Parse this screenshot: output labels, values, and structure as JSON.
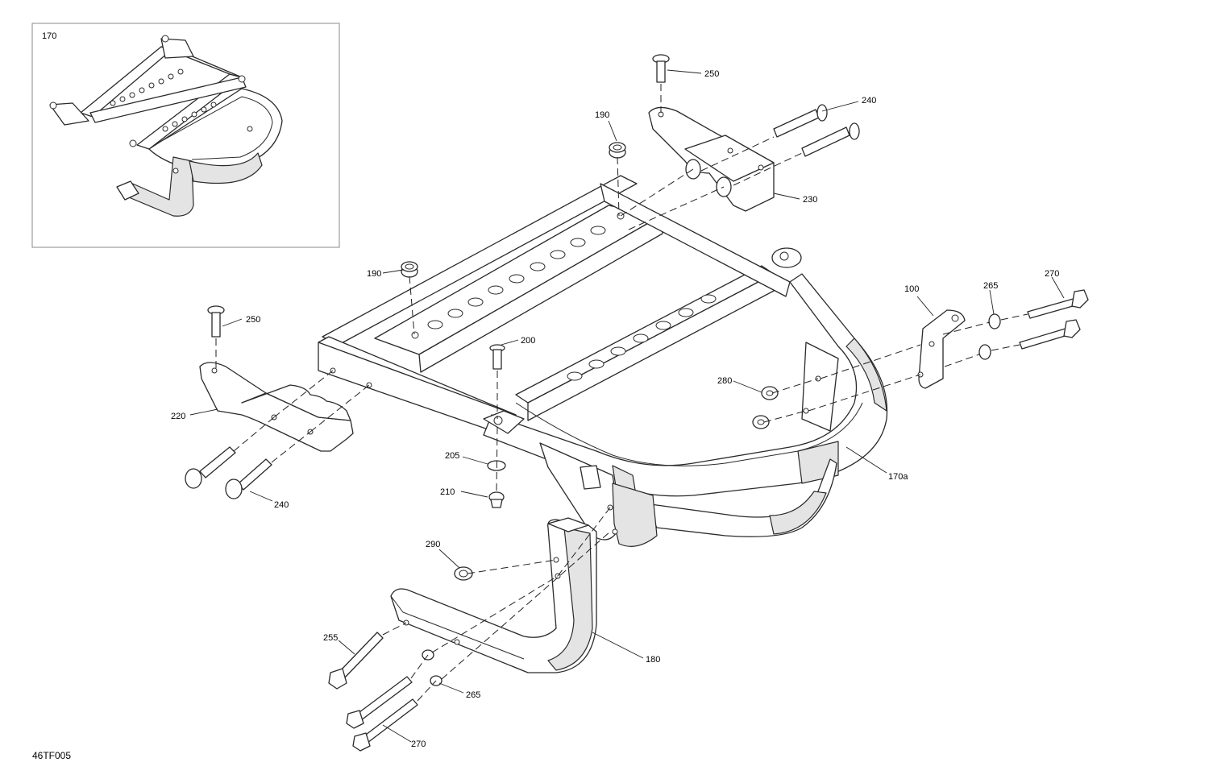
{
  "inset": {
    "label": "170"
  },
  "callouts": {
    "c250_top": "250",
    "c240_top": "240",
    "c190_top": "190",
    "c230": "230",
    "c190_mid": "190",
    "c250_left": "250",
    "c220": "220",
    "c200": "200",
    "c240_left": "240",
    "c205": "205",
    "c210": "210",
    "c280": "280",
    "c100": "100",
    "c265_right": "265",
    "c270_right": "270",
    "c170a": "170a",
    "c290": "290",
    "c255": "255",
    "c180": "180",
    "c265_bottom": "265",
    "c270_bottom": "270"
  },
  "figure_code": "46TF005"
}
